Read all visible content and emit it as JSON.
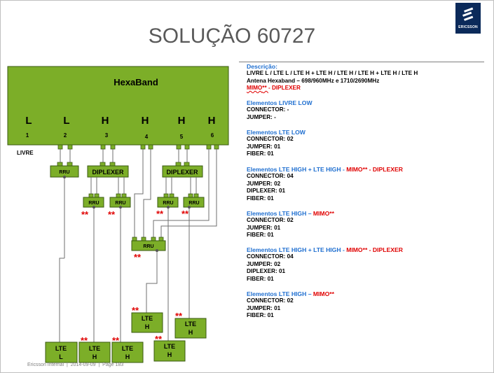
{
  "title": "SOLUÇÃO 60727",
  "logo": {
    "label": "ERICSSON"
  },
  "footer": {
    "company": "Ericsson Internal",
    "date": "2014-09-09",
    "page": "Page 183",
    "separator": "|"
  },
  "diagram": {
    "antenna_name": "HexaBand",
    "ports": [
      {
        "band": "L",
        "number": "1"
      },
      {
        "band": "L",
        "number": "2"
      },
      {
        "band": "H",
        "number": "3"
      },
      {
        "band": "H",
        "number": "4"
      },
      {
        "band": "H",
        "number": "5"
      },
      {
        "band": "H",
        "number": "6"
      }
    ],
    "livre_label": "LIVRE",
    "rru_label": "RRU",
    "diplexer_label": "DIPLEXER",
    "mimo_mark": "**",
    "lte_l_label": [
      "LTE",
      "L"
    ],
    "lte_h_label": [
      "LTE",
      "H"
    ],
    "colors": {
      "green": "#7cae28",
      "border": "#3a5a12",
      "mark": "#e00000",
      "line": "#6f6f6f"
    }
  },
  "description": {
    "heading": "Descrição:",
    "line1": "LIVRE L / LTE L / LTE H + LTE H / LTE H / LTE H + LTE H / LTE H",
    "line2": "Antena Hexaband – 698/960MHz  e  1710/2690MHz",
    "line3_a": "MIMO",
    "line3_b": "** ",
    "line3_c": "- DIPLEXER"
  },
  "sections": [
    {
      "title": "Elementos LIVRE LOW",
      "title_red": "",
      "lines": [
        "CONNECTOR: -",
        "JUMPER: -"
      ]
    },
    {
      "title": "Elementos LTE LOW",
      "title_red": "",
      "lines": [
        "CONNECTOR: 02",
        "JUMPER: 01",
        "FIBER: 01"
      ]
    },
    {
      "title": "Elementos LTE HIGH + LTE HIGH - ",
      "title_red": "MIMO** - DIPLEXER",
      "lines": [
        "CONNECTOR: 04",
        "JUMPER: 02",
        "DIPLEXER: 01",
        "FIBER: 01"
      ]
    },
    {
      "title": "Elementos LTE HIGH – ",
      "title_red": "MIMO**",
      "lines": [
        "CONNECTOR: 02",
        "JUMPER: 01",
        "FIBER: 01"
      ]
    },
    {
      "title": "Elementos LTE HIGH + LTE HIGH - ",
      "title_red": "MIMO** - DIPLEXER",
      "lines": [
        "CONNECTOR: 04",
        "JUMPER: 02",
        "DIPLEXER: 01",
        "FIBER: 01"
      ]
    },
    {
      "title": "Elementos LTE HIGH – ",
      "title_red": "MIMO**",
      "lines": [
        "CONNECTOR: 02",
        "JUMPER: 01",
        "FIBER: 01"
      ]
    }
  ]
}
